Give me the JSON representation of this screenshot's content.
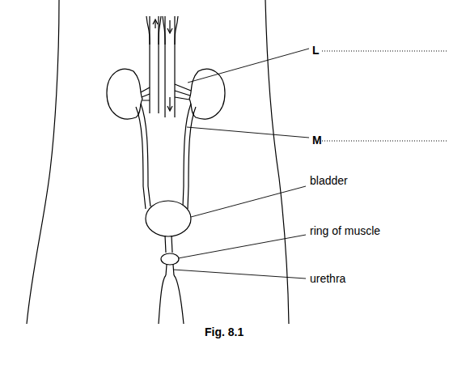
{
  "diagram": {
    "caption": "Fig. 8.1",
    "labels": [
      "L",
      "M",
      "bladder",
      "ring of muscle",
      "urethra"
    ]
  }
}
